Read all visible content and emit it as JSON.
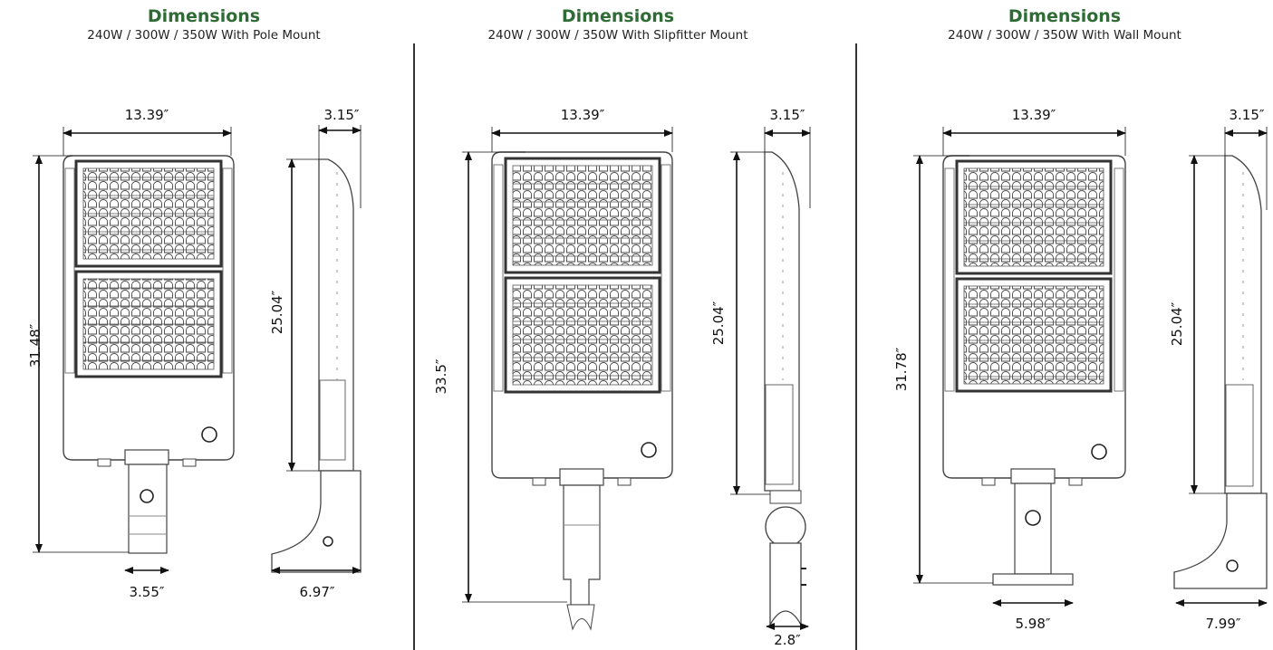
{
  "panels": [
    {
      "title": "Dimensions",
      "subtitle": "240W / 300W / 350W With Pole Mount",
      "dims": {
        "front_width": "13.39″",
        "front_height": "31.48″",
        "mount_width": "3.55″",
        "side_depth": "3.15″",
        "side_height": "25.04″",
        "side_base": "6.97″"
      }
    },
    {
      "title": "Dimensions",
      "subtitle": "240W / 300W / 350W With Slipfitter Mount",
      "dims": {
        "front_width": "13.39″",
        "front_height": "33.5″",
        "side_depth": "3.15″",
        "side_height": "25.04″",
        "side_base": "2.8″"
      }
    },
    {
      "title": "Dimensions",
      "subtitle": "240W / 300W / 350W With Wall Mount",
      "dims": {
        "front_width": "13.39″",
        "front_height": "31.78″",
        "mount_width": "5.98″",
        "side_depth": "3.15″",
        "side_height": "25.04″",
        "side_base": "7.99″"
      }
    }
  ]
}
